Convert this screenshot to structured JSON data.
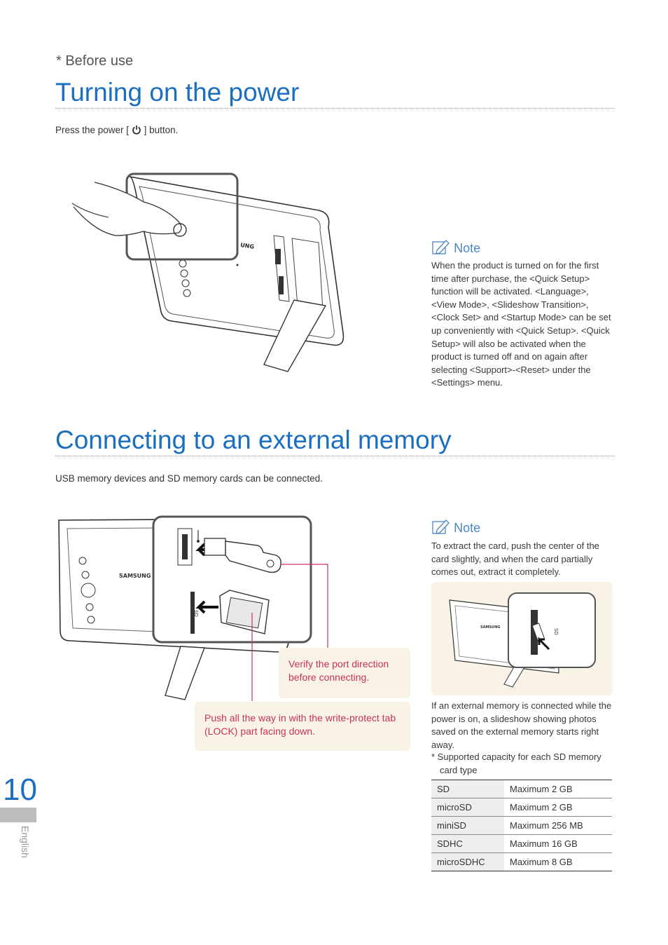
{
  "header": {
    "section": "*  Before use"
  },
  "power": {
    "title": "Turning on the power",
    "instruction_before": "Press the power [ ",
    "instruction_after": " ] button.",
    "illustration": {
      "brand": "UNG"
    },
    "note": {
      "title": "Note",
      "text": "When the product is turned on for the first time after purchase, the <Quick Setup> function will be activated. <Language>, <View Mode>, <Slideshow Transition>, <Clock Set> and <Startup Mode> can be set up conveniently with <Quick Setup>. <Quick Setup> will also be activated when the product is turned off and on again after selecting <Support>-<Reset> under the <Settings> menu."
    }
  },
  "memory": {
    "title": "Connecting to an external memory",
    "intro": "USB memory devices and SD memory cards can be connected.",
    "illustration": {
      "brand": "SAMSUNG",
      "sd_label": "SD"
    },
    "callout_port": "Verify the port direction before connecting.",
    "callout_lock": "Push all the way in with the write-protect tab (LOCK) part facing down.",
    "note": {
      "title": "Note",
      "text": "To extract the card, push the center of the card slightly, and when the card partially comes out, extract it completely.",
      "illustration": {
        "brand": "SAMSUNG",
        "sd_label": "SD"
      }
    },
    "after_text": "If an external memory is connected while the power is on, a slideshow showing photos saved on the external memory starts right away.",
    "capacity_caption": "*  Supported capacity for each SD memory card type",
    "capacity_table": [
      {
        "type": "SD",
        "capacity": "Maximum 2 GB"
      },
      {
        "type": "microSD",
        "capacity": "Maximum 2 GB"
      },
      {
        "type": "miniSD",
        "capacity": "Maximum 256 MB"
      },
      {
        "type": "SDHC",
        "capacity": "Maximum 16 GB"
      },
      {
        "type": "microSDHC",
        "capacity": "Maximum 8 GB"
      }
    ]
  },
  "footer": {
    "page_number": "10",
    "language": "English"
  },
  "colors": {
    "heading": "#1a6fc0",
    "callout_text": "#c8325a",
    "callout_bg": "#f8f3e4",
    "note_head": "#4a86c4"
  },
  "icons": [
    "power-icon",
    "note-pencil-icon",
    "usb-icon",
    "sd-card-icon",
    "arrow-icon"
  ]
}
